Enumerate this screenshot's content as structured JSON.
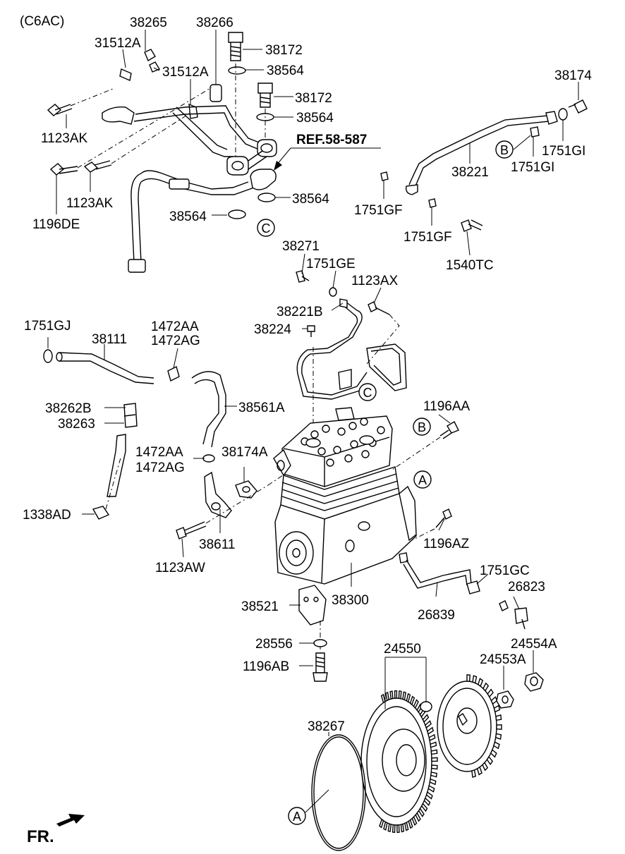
{
  "header": {
    "model_code": "(C6AC)"
  },
  "reference": {
    "label": "REF.58-587"
  },
  "footer": {
    "front_label": "FR."
  },
  "callouts": {
    "a": "A",
    "b": "B",
    "c": "C"
  },
  "labels": {
    "p38265": "38265",
    "p38266": "38266",
    "p31512A_1": "31512A",
    "p31512A_2": "31512A",
    "p38172_1": "38172",
    "p38564_1": "38564",
    "p38172_2": "38172",
    "p38564_2": "38564",
    "p1123AK_1": "1123AK",
    "p1123AK_2": "1123AK",
    "p1196DE": "1196DE",
    "p38564_3": "38564",
    "p38564_4": "38564",
    "p38174": "38174",
    "p1751GI_1": "1751GI",
    "p1751GI_2": "1751GI",
    "p38221": "38221",
    "p1751GF_1": "1751GF",
    "p1751GF_2": "1751GF",
    "p1540TC": "1540TC",
    "p38271": "38271",
    "p1751GE": "1751GE",
    "p1123AX": "1123AX",
    "p38221B": "38221B",
    "p38224": "38224",
    "p1751GJ": "1751GJ",
    "p38111": "38111",
    "p1472AA_1": "1472AA",
    "p1472AG_1": "1472AG",
    "p38561A": "38561A",
    "p38262B": "38262B",
    "p38263": "38263",
    "p1196AA": "1196AA",
    "p1472AA_2": "1472AA",
    "p1472AG_2": "1472AG",
    "p38174A": "38174A",
    "p1338AD": "1338AD",
    "p38611": "38611",
    "p1196AZ": "1196AZ",
    "p1123AW": "1123AW",
    "p1751GC": "1751GC",
    "p26823": "26823",
    "p38521": "38521",
    "p38300": "38300",
    "p26839": "26839",
    "p28556": "28556",
    "p24550": "24550",
    "p24554A": "24554A",
    "p24553A": "24553A",
    "p1196AB": "1196AB",
    "p38267": "38267"
  }
}
